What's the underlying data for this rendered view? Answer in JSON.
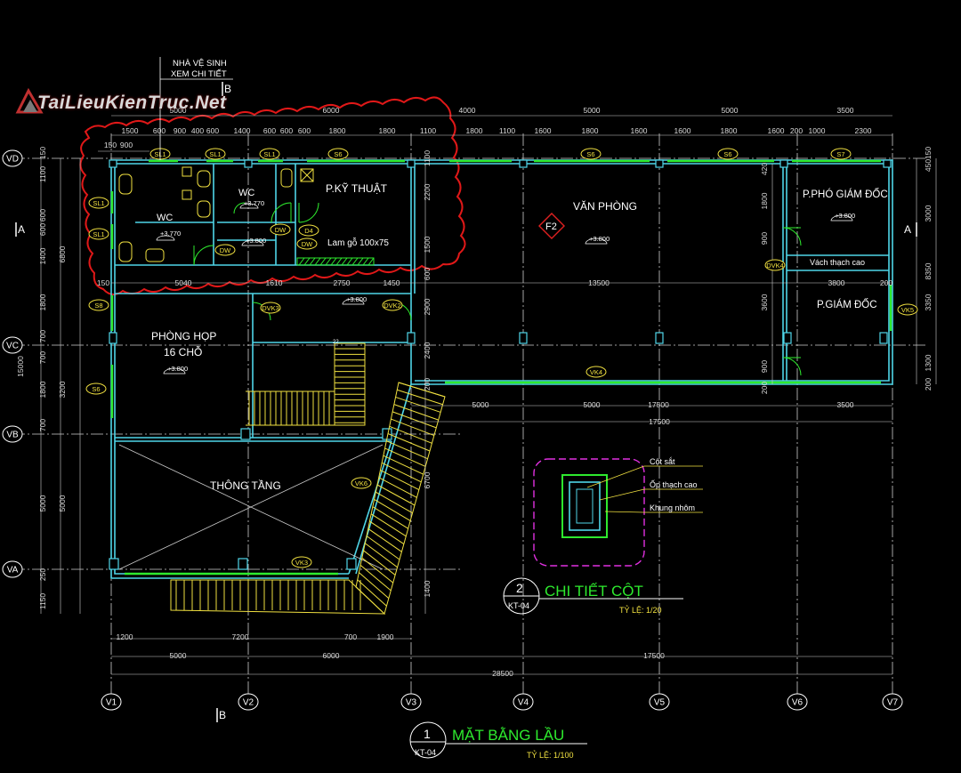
{
  "watermark": "TaiLieuKienTruc.Net",
  "callout": {
    "line1": "NHÀ VỆ SINH",
    "line2": "XEM CHI TIẾT",
    "section": "B"
  },
  "rooms": {
    "wc1": "WC",
    "wc2": "WC",
    "ky_thuat": "P.KỸ THUẬT",
    "van_phong": "VĂN PHÒNG",
    "f2": "F2",
    "pho_giam_doc": "P.PHÓ GIÁM ĐỐC",
    "giam_doc": "P.GIÁM ĐỐC",
    "phong_hop_1": "PHÒNG HỌP",
    "phong_hop_2": "16 CHỖ",
    "thong_tang": "THÔNG TẦNG",
    "lam_go": "Lam gỗ 100x75",
    "vach": "Vách thạch cao"
  },
  "levels": {
    "wc1": "+3.770",
    "wc2": "+3.770",
    "vp": "+3.800",
    "pgd": "+3.800",
    "hop": "+3.800",
    "dw1": "+3.800",
    "corr": "+3.800"
  },
  "tags": [
    "SL1",
    "SL1",
    "SL1",
    "S6",
    "S6",
    "S6",
    "S7",
    "SL1",
    "SL1",
    "S8",
    "S6",
    "DW",
    "DW",
    "DW",
    "D4",
    "DVK3",
    "DVK2",
    "DVK4",
    "VK5",
    "VK4",
    "VK6",
    "VK3"
  ],
  "grid_rows": [
    "VD",
    "VC",
    "VB",
    "VA"
  ],
  "grid_cols": [
    "V1",
    "V2",
    "V3",
    "V4",
    "V5",
    "V6",
    "V7"
  ],
  "section_marks": [
    "A",
    "A",
    "B",
    "B"
  ],
  "dims_top1": [
    "5000",
    "6000",
    "4000",
    "5000",
    "5000",
    "3500"
  ],
  "dims_top2": [
    "1500",
    "600",
    "900",
    "400",
    "600",
    "1400",
    "600",
    "600",
    "600",
    "1800",
    "1800",
    "1100",
    "1800",
    "1100",
    "1600",
    "1800",
    "1600",
    "1600",
    "1800",
    "1600",
    "200",
    "1000",
    "2300"
  ],
  "dims_top3": [
    "150",
    "900"
  ],
  "dims_mid": [
    "150",
    "5040",
    "1610",
    "2750",
    "1450",
    "13500",
    "3800",
    "200"
  ],
  "dims_mid2": [
    "5000",
    "5000",
    "3500",
    "17500"
  ],
  "dims_bottom1": [
    "1200",
    "7200",
    "700",
    "1900"
  ],
  "dims_bottom2": [
    "5000",
    "6000",
    "17500"
  ],
  "dims_bottom3": [
    "28500"
  ],
  "dims_left1": [
    "150",
    "1100",
    "600",
    "600",
    "1400",
    "1800",
    "700",
    "700",
    "1800",
    "700",
    "5000",
    "250",
    "1150"
  ],
  "dims_left2": [
    "6800",
    "3200",
    "5000"
  ],
  "dims_left3": [
    "15000"
  ],
  "dims_inner": [
    "1100",
    "2200",
    "1500",
    "600",
    "2900",
    "2400",
    "200",
    "6700",
    "1400"
  ],
  "dims_right1": [
    "450",
    "150",
    "3000",
    "3350",
    "1300",
    "200",
    "8350"
  ],
  "dims_right_inner": [
    "420",
    "1800",
    "900",
    "3600",
    "900",
    "200"
  ],
  "detail": {
    "num": "2",
    "sheet": "KT-04",
    "title": "CHI TIẾT CỘT",
    "scale": "TỶ LỆ: 1/20",
    "label1": "Cột sắt",
    "label2": "Ốp thạch cao",
    "label3": "Khung nhôm"
  },
  "main_title": {
    "num": "1",
    "sheet": "KT-04",
    "title": "MẶT BẰNG LẦU",
    "scale": "TỶ LỆ: 1/100"
  },
  "stair_top": "22"
}
